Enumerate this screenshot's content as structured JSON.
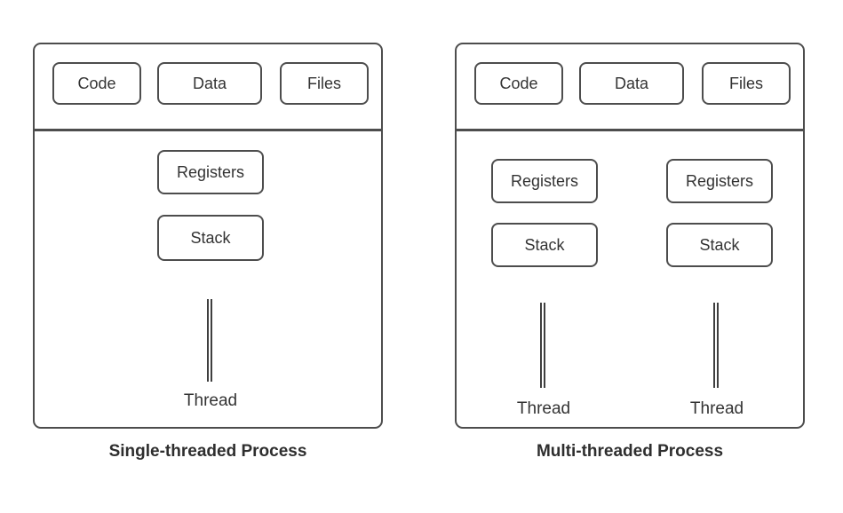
{
  "colors": {
    "stroke": "#4d4d4d",
    "thread_line": "#3f3f3f",
    "text": "#333333",
    "background": "#ffffff"
  },
  "processes": [
    {
      "caption": "Single-threaded Process",
      "memory_boxes": [
        "Code",
        "Data",
        "Files"
      ],
      "threads": [
        {
          "registers": "Registers",
          "stack": "Stack",
          "label": "Thread"
        }
      ]
    },
    {
      "caption": "Multi-threaded Process",
      "memory_boxes": [
        "Code",
        "Data",
        "Files"
      ],
      "threads": [
        {
          "registers": "Registers",
          "stack": "Stack",
          "label": "Thread"
        },
        {
          "registers": "Registers",
          "stack": "Stack",
          "label": "Thread"
        }
      ]
    }
  ]
}
